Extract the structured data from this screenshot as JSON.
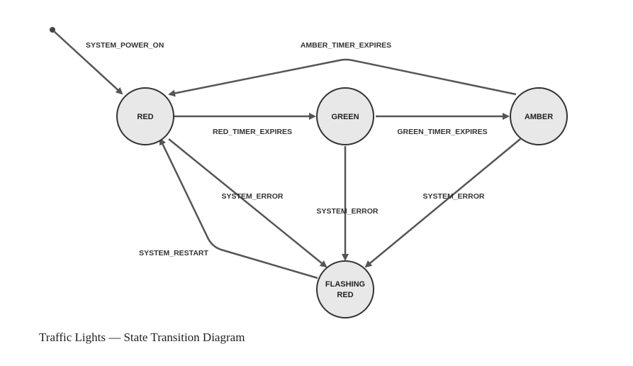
{
  "states": {
    "red": "RED",
    "green": "GREEN",
    "amber": "AMBER",
    "flashing_red_line1": "FLASHING",
    "flashing_red_line2": "RED"
  },
  "transitions": {
    "power_on": "SYSTEM_POWER_ON",
    "red_timer": "RED_TIMER_EXPIRES",
    "green_timer": "GREEN_TIMER_EXPIRES",
    "amber_timer": "AMBER_TIMER_EXPIRES",
    "red_error": "SYSTEM_ERROR",
    "green_error": "SYSTEM_ERROR",
    "amber_error": "SYSTEM_ERROR",
    "restart": "SYSTEM_RESTART"
  },
  "caption": "Traffic Lights — State Transition Diagram"
}
